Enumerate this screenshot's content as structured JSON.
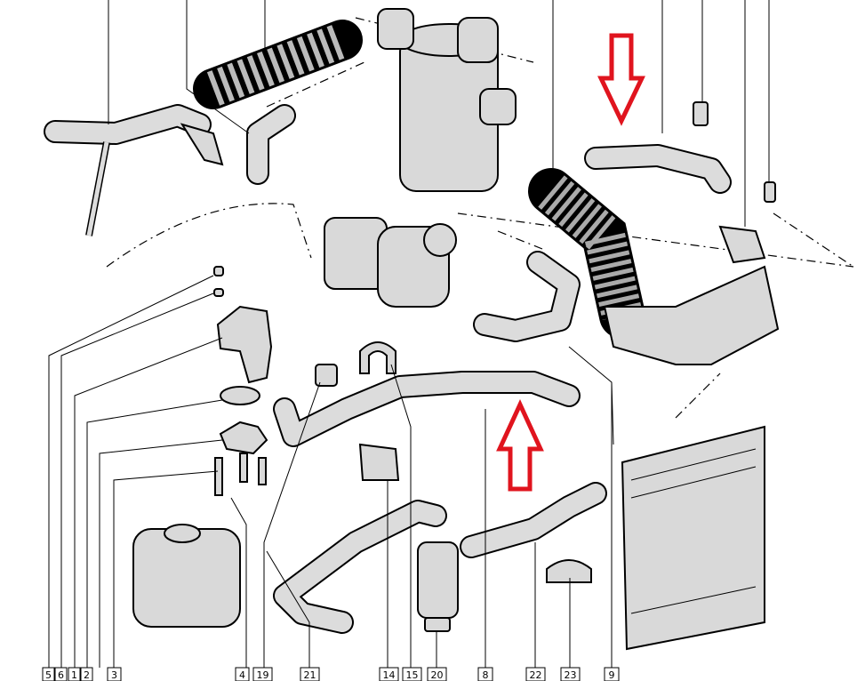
{
  "callouts": [
    "5",
    "6",
    "1",
    "2",
    "3",
    "4",
    "19",
    "21",
    "14",
    "15",
    "20",
    "8",
    "22",
    "23",
    "9"
  ],
  "arrows": {
    "color": "#e0141e"
  },
  "icons": [
    "down-arrow-icon",
    "up-arrow-icon"
  ]
}
